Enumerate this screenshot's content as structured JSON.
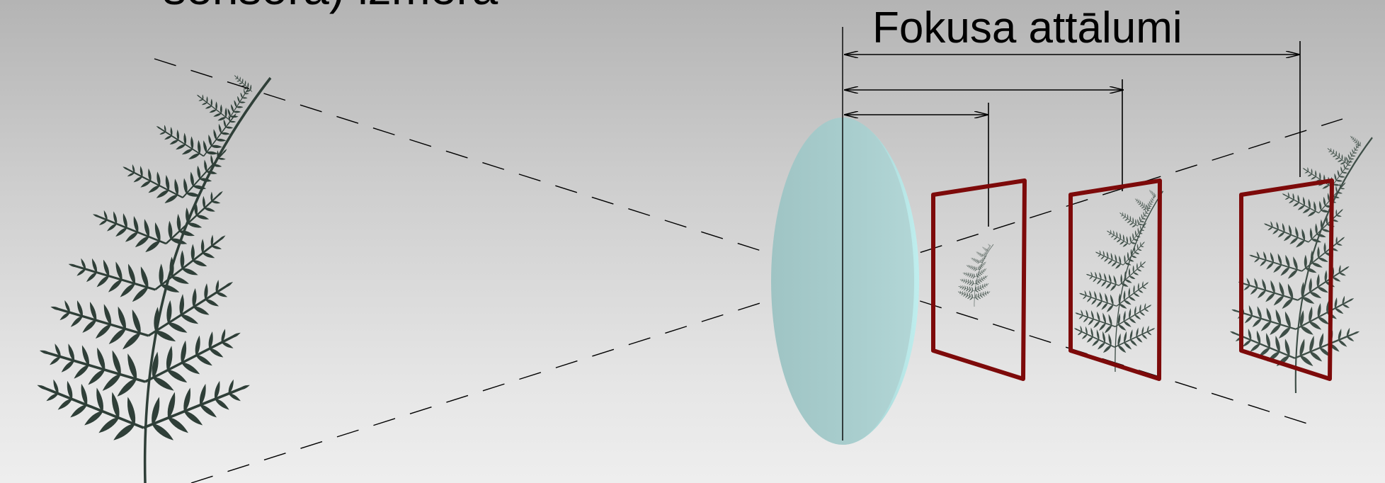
{
  "slide": {
    "title_fragment": "sensora) izmērā",
    "heading": "Fokusa attālumi"
  },
  "diagram": {
    "object": "fern",
    "lens_icon": "lens-icon",
    "colors": {
      "lens": "#a9cfcf",
      "lens_edge": "#b7e6e6",
      "frame": "#7d0a0a",
      "fern": "#2f3f38",
      "line": "#000000"
    },
    "focal_lengths_count": 3
  }
}
